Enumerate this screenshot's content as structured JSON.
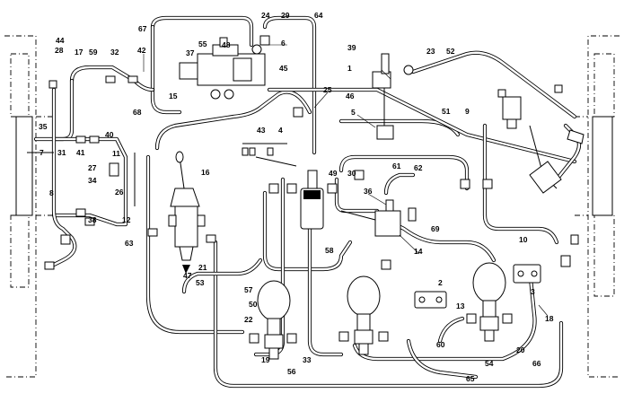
{
  "figure": {
    "labels": [
      "1",
      "2",
      "3",
      "4",
      "5",
      "6",
      "7",
      "8",
      "9",
      "10",
      "11",
      "12",
      "13",
      "14",
      "15",
      "16",
      "17",
      "18",
      "19",
      "20",
      "21",
      "22",
      "23",
      "24",
      "25",
      "26",
      "27",
      "28",
      "29",
      "30",
      "31",
      "32",
      "33",
      "34",
      "35",
      "36",
      "37",
      "38",
      "39",
      "40",
      "41",
      "42",
      "43",
      "44",
      "45",
      "46",
      "47",
      "48",
      "49",
      "50",
      "51",
      "52",
      "53",
      "54",
      "55",
      "56",
      "57",
      "58",
      "59",
      "60",
      "61",
      "62",
      "63",
      "64",
      "65",
      "66",
      "67",
      "68",
      "69"
    ]
  }
}
